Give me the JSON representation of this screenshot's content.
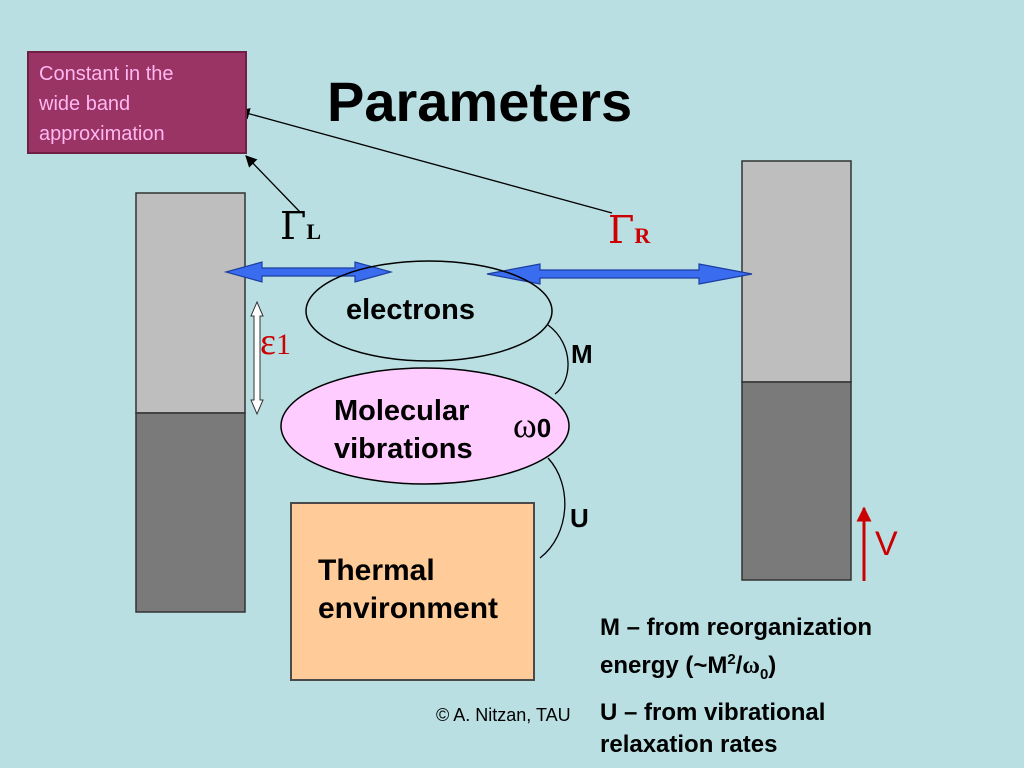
{
  "title": "Parameters",
  "callout": {
    "lines": [
      "Constant in the",
      "wide band",
      "approximation"
    ]
  },
  "labels": {
    "gamma_symbol": "Γ",
    "gamma_left_sub": "L",
    "gamma_right_sub": "R",
    "epsilon_symbol": "ε",
    "epsilon_sub": "1",
    "electrons": "electrons",
    "molecular_line1": "Molecular",
    "molecular_line2": "vibrations",
    "omega_symbol": "ω",
    "omega_sub": "0",
    "coupling_m": "M",
    "coupling_u": "U",
    "bias": "V",
    "thermal_line1": "Thermal",
    "thermal_line2": "environment"
  },
  "notes": {
    "m_line1": "M – from reorganization",
    "m_line2_prefix": "energy (~M",
    "m_line2_sup": "2",
    "m_line2_slash": "/",
    "m_line2_omega": "ω",
    "m_line2_sub": "0",
    "m_line2_suffix": ")",
    "u_line1": "U – from vibrational",
    "u_line2": "relaxation rates"
  },
  "copyright": "© A. Nitzan, TAU",
  "colors": {
    "background": "#b9dfe3",
    "callout_fill": "#9a3464",
    "callout_text": "#ffb7f2",
    "electrode_upper": "#bebebe",
    "electrode_lower": "#7a7a7a",
    "arrow_blue": "#3a6cf0",
    "vibration_fill": "#ffccff",
    "thermal_fill": "#ffcc99",
    "red": "#cc0000"
  }
}
